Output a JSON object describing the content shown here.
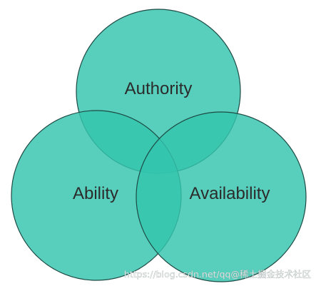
{
  "diagram": {
    "colors": {
      "fill": "#33c4ad",
      "stroke": "#1d4a44",
      "text": "#2b2b2b"
    },
    "circles": [
      {
        "label": "Authority"
      },
      {
        "label": "Ability"
      },
      {
        "label": "Availability"
      }
    ]
  },
  "watermark": {
    "text": "https://blog.csdn.net/qq@稀土掘金技术社区"
  }
}
